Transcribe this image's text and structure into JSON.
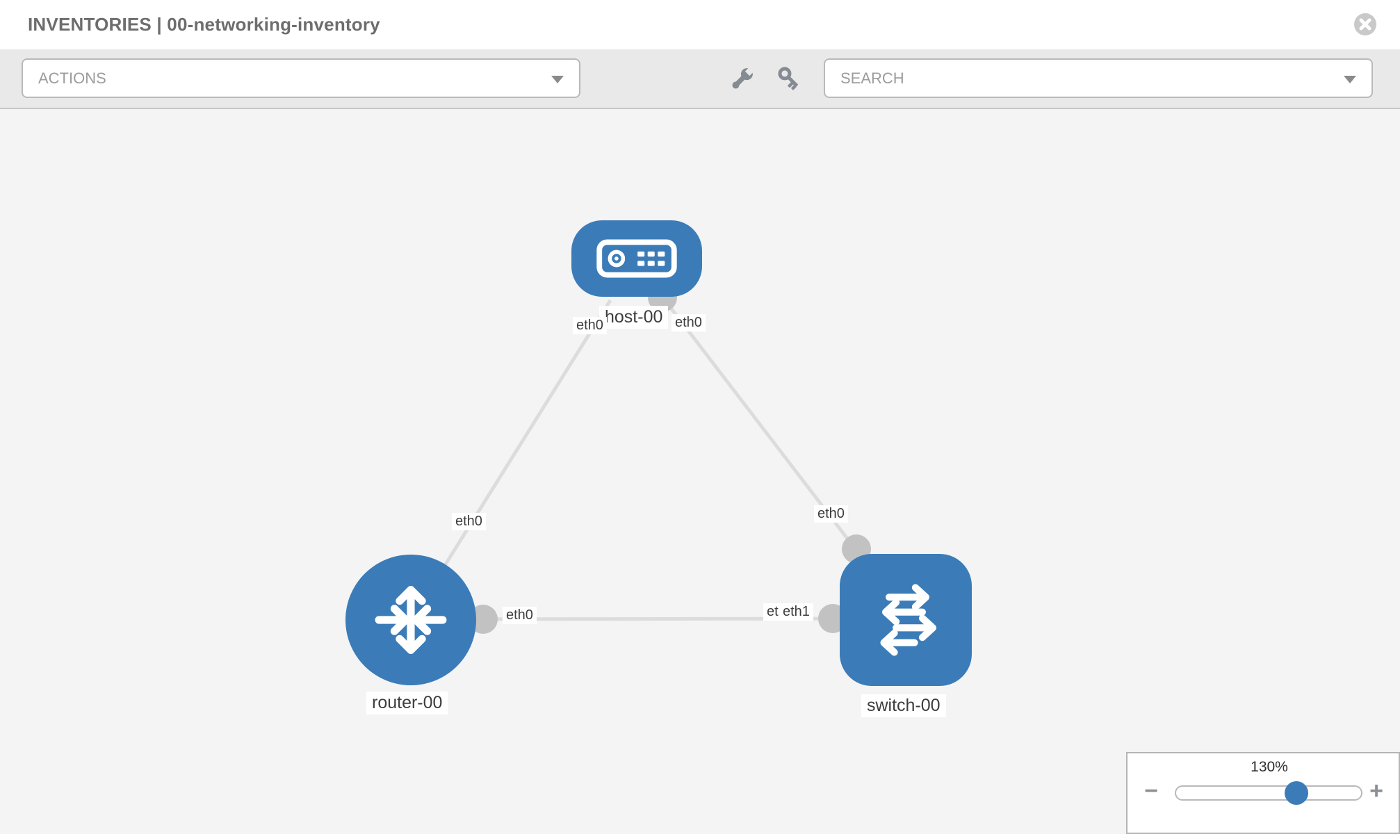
{
  "header": {
    "title": "INVENTORIES | 00-networking-inventory"
  },
  "toolbar": {
    "actions_label": "ACTIONS",
    "search_label": "SEARCH",
    "icons": [
      "wrench-icon",
      "key-icon",
      "dropdown-caret-icon"
    ]
  },
  "topology": {
    "nodes": [
      {
        "id": "host-00",
        "label": "host-00",
        "type": "host",
        "shape": "rounded-rect",
        "icon": "host-icon"
      },
      {
        "id": "router-00",
        "label": "router-00",
        "type": "router",
        "shape": "circle",
        "icon": "router-icon"
      },
      {
        "id": "switch-00",
        "label": "switch-00",
        "type": "switch",
        "shape": "rounded-square",
        "icon": "switch-icon"
      }
    ],
    "links": [
      {
        "from": "router-00",
        "to": "host-00",
        "from_interface": "eth0",
        "to_interface": "eth0"
      },
      {
        "from": "host-00",
        "to": "switch-00",
        "from_interface": "eth0",
        "to_interface": "eth0"
      },
      {
        "from": "router-00",
        "to": "switch-00",
        "from_interface": "eth0",
        "to_interface": "eth1"
      }
    ],
    "iface_labels": [
      {
        "text": "eth0",
        "at": "host-00 left"
      },
      {
        "text": "eth0",
        "at": "host-00 right"
      },
      {
        "text": "eth0",
        "at": "router-00 top link"
      },
      {
        "text": "eth0",
        "at": "switch-00 top link"
      },
      {
        "text": "eth0",
        "at": "router-00 right link"
      },
      {
        "text": "eth0",
        "at": "switch-00 left link (partially covered)"
      },
      {
        "text": "eth1",
        "at": "switch-00 left link (overlapping)"
      }
    ]
  },
  "zoom_control": {
    "value": "130%",
    "minus": "−",
    "plus": "+"
  },
  "colors": {
    "node_blue": "#3b7cb8",
    "link_gray": "#dcdcdc",
    "interface_gray": "#c2c2c2",
    "canvas_bg": "#f4f4f5",
    "toolbar_bg": "#e9e9e9",
    "header_bg": "#ffffff"
  }
}
